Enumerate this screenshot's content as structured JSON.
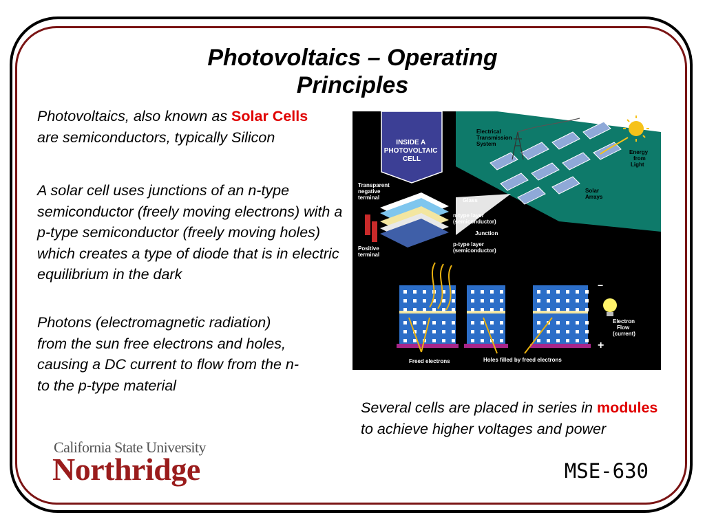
{
  "slide": {
    "title_line1": "Photovoltaics – Operating",
    "title_line2": "Principles",
    "para1_a": "Photovoltaics, also known as ",
    "para1_highlight": "Solar Cells",
    "para1_b": " are semiconductors, typically Silicon",
    "para2": "A solar cell uses junctions of an n-type semiconductor (freely moving electrons) with a p-type semiconductor (freely moving holes) which creates a type of diode that is in electric equilibrium in the dark",
    "para3": "Photons (electromagnetic radiation) from the sun free electrons and holes, causing a DC current to flow from the n- to the p-type material",
    "caption_a": "Several cells are placed in series in ",
    "caption_highlight": "modules",
    "caption_b": " to achieve higher voltages and power",
    "course": "MSE-630",
    "highlight_color": "#e00000",
    "frame_color": "#7a1414"
  },
  "logo": {
    "line1": "California State University",
    "line2": "Northridge"
  },
  "diagram": {
    "banner_line1": "INSIDE A",
    "banner_line2": "PHOTOVOLTAIC",
    "banner_line3": "CELL",
    "label_transmission_1": "Electrical",
    "label_transmission_2": "Transmission",
    "label_transmission_3": "System",
    "label_energy_1": "Energy",
    "label_energy_2": "from",
    "label_energy_3": "Light",
    "label_arrays_1": "Solar",
    "label_arrays_2": "Arrays",
    "label_neg_1": "Transparent",
    "label_neg_2": "negative",
    "label_neg_3": "terminal",
    "label_glass": "Glass",
    "label_ntype_1": "n-type layer",
    "label_ntype_2": "(semiconductor)",
    "label_junction": "Junction",
    "label_ptype_1": "p-type layer",
    "label_ptype_2": "(semiconductor)",
    "label_pos_1": "Positive",
    "label_pos_2": "terminal",
    "label_flow_1": "Electron",
    "label_flow_2": "Flow",
    "label_flow_3": "(current)",
    "label_minus": "−",
    "label_plus": "+",
    "label_freed": "Freed electrons",
    "label_holes": "Holes filled by freed electrons"
  }
}
